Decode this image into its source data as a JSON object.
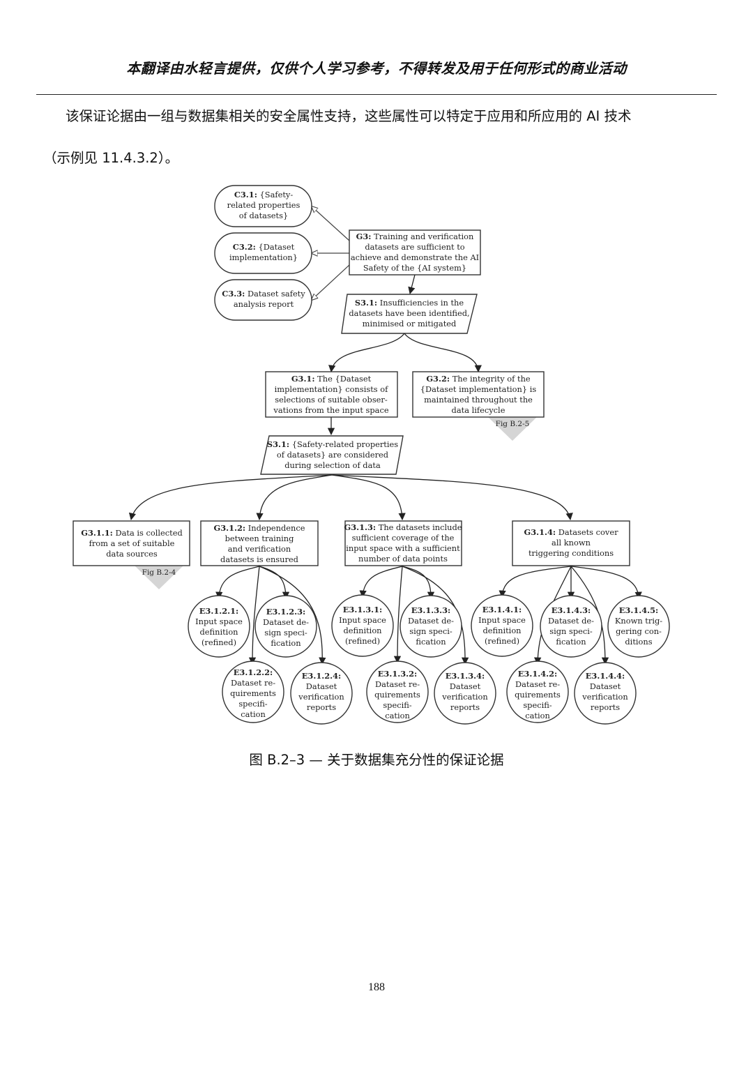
{
  "header": {
    "title": "本翻译由水轻言提供，仅供个人学习参考，不得转发及用于任何形式的商业活动"
  },
  "body": {
    "para1": "该保证论据由一组与数据集相关的安全属性支持，这些属性可以特定于应用和所应用的 AI 技术",
    "para2": "（示例见 11.4.3.2）。"
  },
  "diagram": {
    "c31": {
      "id": "C3.1:",
      "lines": [
        " {Safety-",
        "related properties",
        "of datasets}"
      ]
    },
    "c32": {
      "id": "C3.2:",
      "lines": [
        " {Dataset",
        "implementation}"
      ]
    },
    "c33": {
      "id": "C3.3:",
      "lines": [
        " Dataset safety",
        "analysis report"
      ]
    },
    "g3": {
      "id": "G3:",
      "lines": [
        " Training and verification",
        "datasets are sufficient to",
        "achieve and demonstrate the AI",
        "Safety of the {AI system}"
      ]
    },
    "s31a": {
      "id": "S3.1:",
      "lines": [
        " Insufficiencies in the",
        "datasets have been identified,",
        "minimised or mitigated"
      ]
    },
    "g31": {
      "id": "G3.1:",
      "lines": [
        " The {Dataset",
        "implementation} consists of",
        "selections of suitable obser-",
        "vations from the input space"
      ]
    },
    "g32": {
      "id": "G3.2:",
      "lines": [
        " The integrity of the",
        "{Dataset implementation} is",
        "maintained throughout the",
        "data lifecycle"
      ],
      "ref": "Fig B.2-5"
    },
    "s31b": {
      "id": "S3.1:",
      "lines": [
        " {Safety-related properties",
        "of datasets} are considered",
        "during selection of data"
      ]
    },
    "g311": {
      "id": "G3.1.1:",
      "lines": [
        " Data is collected",
        "from a set of suitable",
        "data sources"
      ],
      "ref": "Fig B.2-4"
    },
    "g312": {
      "id": "G3.1.2:",
      "lines": [
        " Independence",
        "between training",
        "and verification",
        "datasets is ensured"
      ]
    },
    "g313": {
      "id": "G3.1.3:",
      "lines": [
        " The datasets include",
        "sufficient coverage of the",
        "input space with a sufficient",
        "number of data points"
      ]
    },
    "g314": {
      "id": "G3.1.4:",
      "lines": [
        " Datasets cover",
        "all known",
        "triggering conditions"
      ]
    },
    "e3121": {
      "id": "E3.1.2.1:",
      "lines": [
        "Input space",
        "definition",
        "(refined)"
      ]
    },
    "e3122": {
      "id": "E3.1.2.2:",
      "lines": [
        "Dataset re-",
        "quirements",
        "specifi-",
        "cation"
      ]
    },
    "e3123": {
      "id": "E3.1.2.3:",
      "lines": [
        "Dataset de-",
        "sign speci-",
        "fication"
      ]
    },
    "e3124": {
      "id": "E3.1.2.4:",
      "lines": [
        "Dataset",
        "verification",
        "reports"
      ]
    },
    "e3131": {
      "id": "E3.1.3.1:",
      "lines": [
        "Input space",
        "definition",
        "(refined)"
      ]
    },
    "e3132": {
      "id": "E3.1.3.2:",
      "lines": [
        "Dataset re-",
        "quirements",
        "specifi-",
        "cation"
      ]
    },
    "e3133": {
      "id": "E3.1.3.3:",
      "lines": [
        "Dataset de-",
        "sign speci-",
        "fication"
      ]
    },
    "e3134": {
      "id": "E3.1.3.4:",
      "lines": [
        "Dataset",
        "verification",
        "reports"
      ]
    },
    "e3141": {
      "id": "E3.1.4.1:",
      "lines": [
        "Input space",
        "definition",
        "(refined)"
      ]
    },
    "e3142": {
      "id": "E3.1.4.2:",
      "lines": [
        "Dataset re-",
        "quirements",
        "specifi-",
        "cation"
      ]
    },
    "e3143": {
      "id": "E3.1.4.3:",
      "lines": [
        "Dataset de-",
        "sign speci-",
        "fication"
      ]
    },
    "e3144": {
      "id": "E3.1.4.4:",
      "lines": [
        "Dataset",
        "verification",
        "reports"
      ]
    },
    "e3145": {
      "id": "E3.1.4.5:",
      "lines": [
        "Known trig-",
        "gering con-",
        "ditions"
      ]
    }
  },
  "caption": "图 B.2–3 — 关于数据集充分性的保证论据",
  "page_number": "188"
}
